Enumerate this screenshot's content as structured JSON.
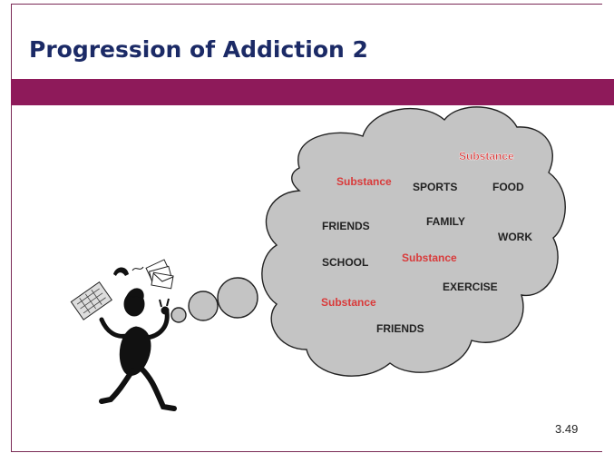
{
  "slide": {
    "title": "Progression of Addiction 2",
    "number": "3.49",
    "colors": {
      "band": "#8e1a5a",
      "title": "#1b2a66",
      "substance": "#d93a3a",
      "cloud": "#c4c4c4"
    }
  },
  "thought_cloud": {
    "words": [
      {
        "id": "substance-1",
        "text": "Substance",
        "highlight": true
      },
      {
        "id": "substance-2",
        "text": "Substance",
        "highlight": true
      },
      {
        "id": "sports",
        "text": "SPORTS",
        "highlight": false
      },
      {
        "id": "food",
        "text": "FOOD",
        "highlight": false
      },
      {
        "id": "friends-1",
        "text": "FRIENDS",
        "highlight": false
      },
      {
        "id": "family",
        "text": "FAMILY",
        "highlight": false
      },
      {
        "id": "work",
        "text": "WORK",
        "highlight": false
      },
      {
        "id": "school",
        "text": "SCHOOL",
        "highlight": false
      },
      {
        "id": "substance-3",
        "text": "Substance",
        "highlight": true
      },
      {
        "id": "exercise",
        "text": "EXERCISE",
        "highlight": false
      },
      {
        "id": "substance-4",
        "text": "Substance",
        "highlight": true
      },
      {
        "id": "friends-2",
        "text": "FRIENDS",
        "highlight": false
      }
    ]
  },
  "illustration": {
    "icons": [
      "juggling-figure-icon",
      "telephone-icon",
      "envelopes-icon",
      "keyboard-icon"
    ]
  }
}
